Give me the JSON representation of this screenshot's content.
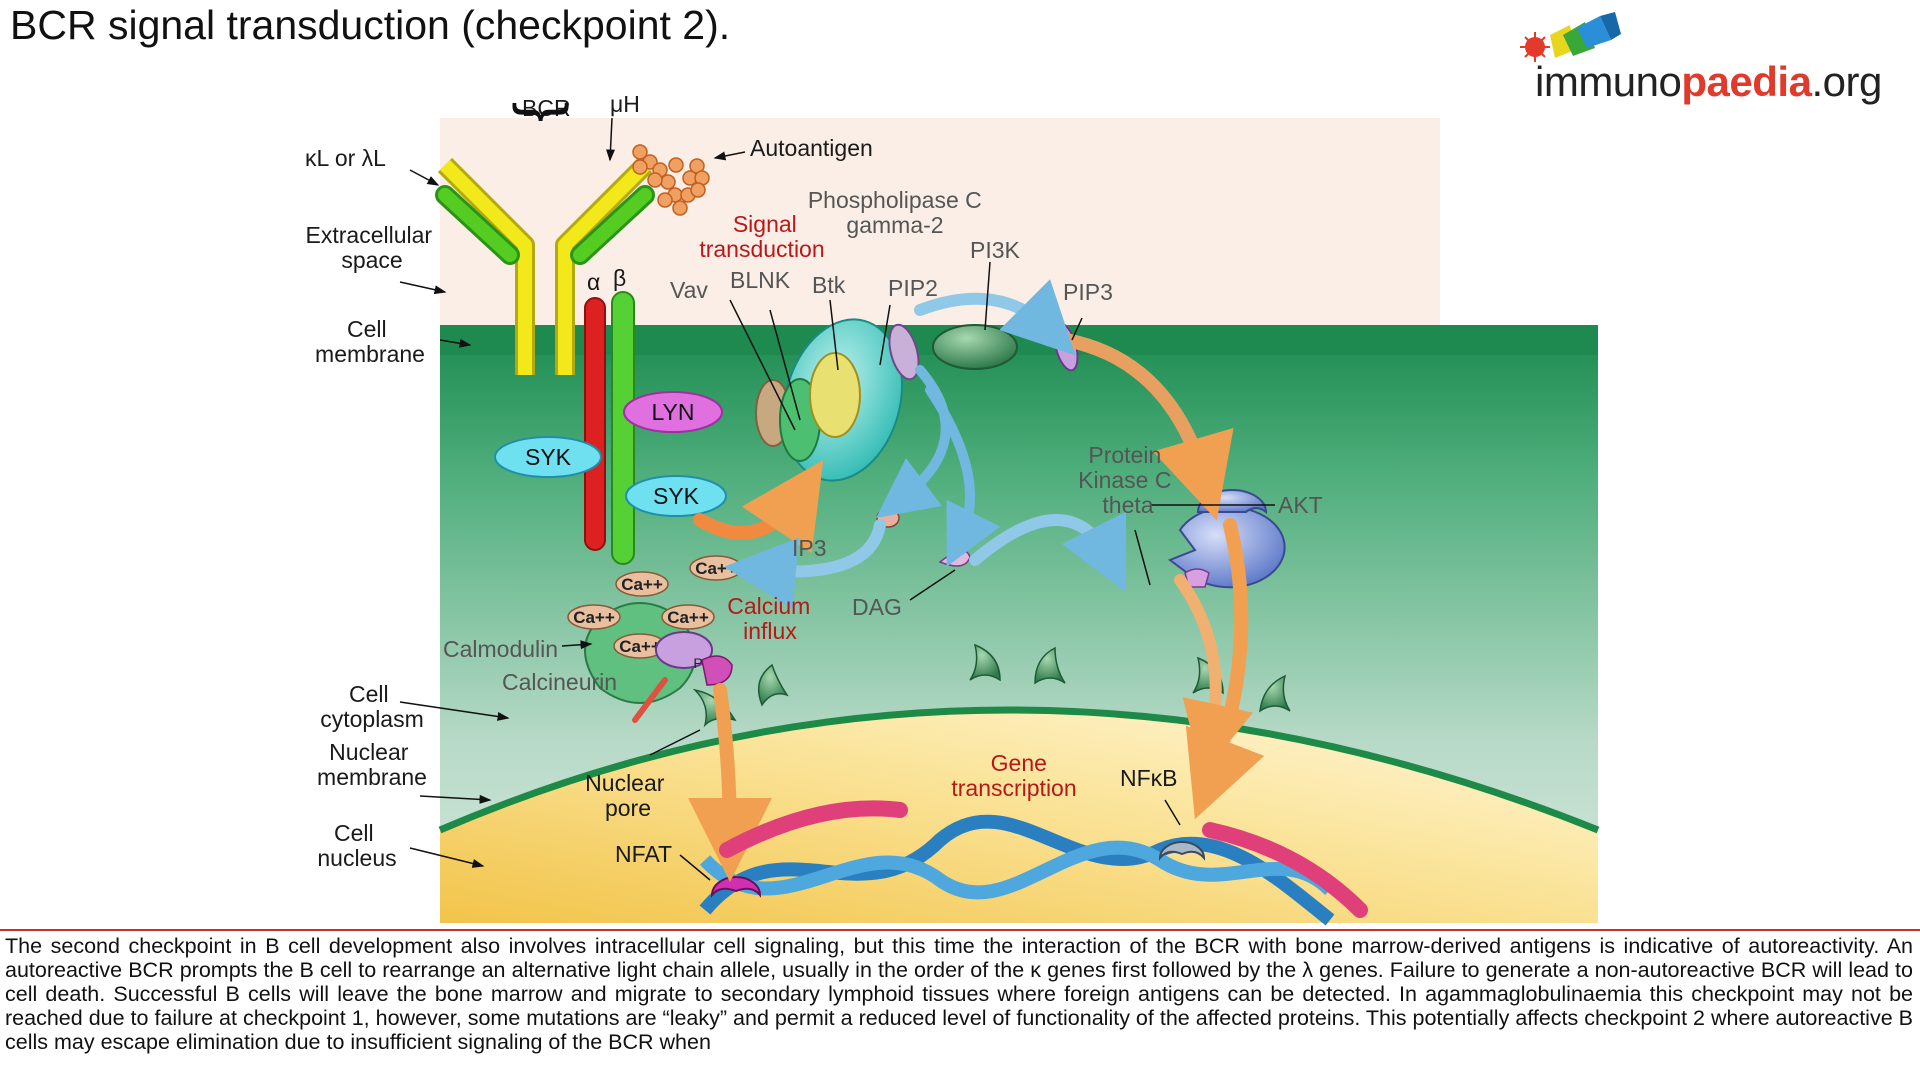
{
  "title": "BCR signal transduction (checkpoint 2).",
  "logo": {
    "text_plain": "immuno",
    "text_accent": "paedia",
    "text_suffix": ".org"
  },
  "labels": {
    "bcr": "BCR",
    "mu_h": "μH",
    "kappa_lambda": "κL or λL",
    "autoantigen": "Autoantigen",
    "extracellular": [
      "Extracellular",
      "space"
    ],
    "cell_membrane": [
      "Cell",
      "membrane"
    ],
    "cell_cytoplasm": [
      "Cell",
      "cytoplasm"
    ],
    "nuclear_membrane": [
      "Nuclear",
      "membrane"
    ],
    "cell_nucleus": [
      "Cell",
      "nucleus"
    ],
    "alpha": "α",
    "beta": "β",
    "signal_transduction": [
      "Signal",
      "transduction"
    ],
    "plcg2": [
      "Phospholipase C",
      "gamma-2"
    ],
    "vav": "Vav",
    "blnk": "BLNK",
    "btk": "Btk",
    "pip2": "PIP2",
    "pi3k": "PI3K",
    "pip3": "PIP3",
    "lyn": "LYN",
    "syk_1": "SYK",
    "syk_2": "SYK",
    "ip3": "IP3",
    "dag": "DAG",
    "ca": "Ca++",
    "calcium_influx": [
      "Calcium",
      "influx"
    ],
    "calmodulin": "Calmodulin",
    "calcineurin": "Calcineurin",
    "p": "P",
    "pkc": [
      "Protein",
      "Kinase C",
      "theta"
    ],
    "akt": "AKT",
    "nuclear_pore": [
      "Nuclear",
      "pore"
    ],
    "gene_transcription": [
      "Gene",
      "transcription"
    ],
    "nfkb": "NFκB",
    "nfat": "NFAT"
  },
  "colors": {
    "extracellular_bg": "#fbeee6",
    "membrane_green": "#1f8a50",
    "cytoplasm_bottom": "#d2e6dc",
    "nucleus_yellow": "#f6d266",
    "heavy_chain": "#f2e81a",
    "light_chain": "#55cc22",
    "ig_alpha": "#dd2020",
    "ig_beta": "#55d035",
    "lyn": "#e070e0",
    "syk": "#6fe0f0",
    "dna": "#2a7fc0",
    "arrow_orange": "#f0a050",
    "arrow_pink": "#e0407a",
    "red_label": "#b81818"
  },
  "caption": "The second checkpoint in B cell development also involves intracellular cell signaling, but this time the interaction of the BCR with bone marrow-derived antigens is indicative of autoreactivity. An autoreactive BCR prompts the B cell to rearrange an alternative light chain allele, usually in the order of the κ genes first followed by the λ genes. Failure to generate a non-autoreactive BCR will lead to cell death. Successful B cells will leave the bone marrow and migrate to secondary lymphoid tissues where foreign antigens can be detected. In agammaglobulinaemia this checkpoint may not be reached due to failure at checkpoint 1, however, some mutations are “leaky” and permit a reduced level of functionality of the affected proteins. This potentially affects checkpoint 2 where autoreactive B cells may escape elimination due to insufficient signaling of the BCR when"
}
